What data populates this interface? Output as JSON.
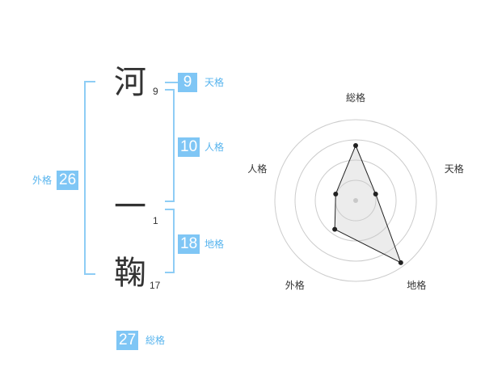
{
  "name": {
    "chars": [
      {
        "char": "河",
        "strokes": "9"
      },
      {
        "char": "一",
        "strokes": "1"
      },
      {
        "char": "鞠",
        "strokes": "17"
      }
    ]
  },
  "grades": {
    "tenkaku": {
      "value": "9",
      "label": "天格"
    },
    "jinkaku": {
      "value": "10",
      "label": "人格"
    },
    "chikaku": {
      "value": "18",
      "label": "地格"
    },
    "gaikaku": {
      "value": "26",
      "label": "外格"
    },
    "soukaku": {
      "value": "27",
      "label": "総格"
    }
  },
  "colors": {
    "accent": "#7fc6f5",
    "bracket": "#8ecdf5",
    "label": "#57b4ee",
    "text": "#333333"
  },
  "chart_data": {
    "type": "radar",
    "axes": [
      "総格",
      "天格",
      "地格",
      "外格",
      "人格"
    ],
    "values": [
      0.68,
      0.26,
      0.95,
      0.44,
      0.26
    ],
    "range": [
      0,
      1
    ],
    "rings": 4
  }
}
